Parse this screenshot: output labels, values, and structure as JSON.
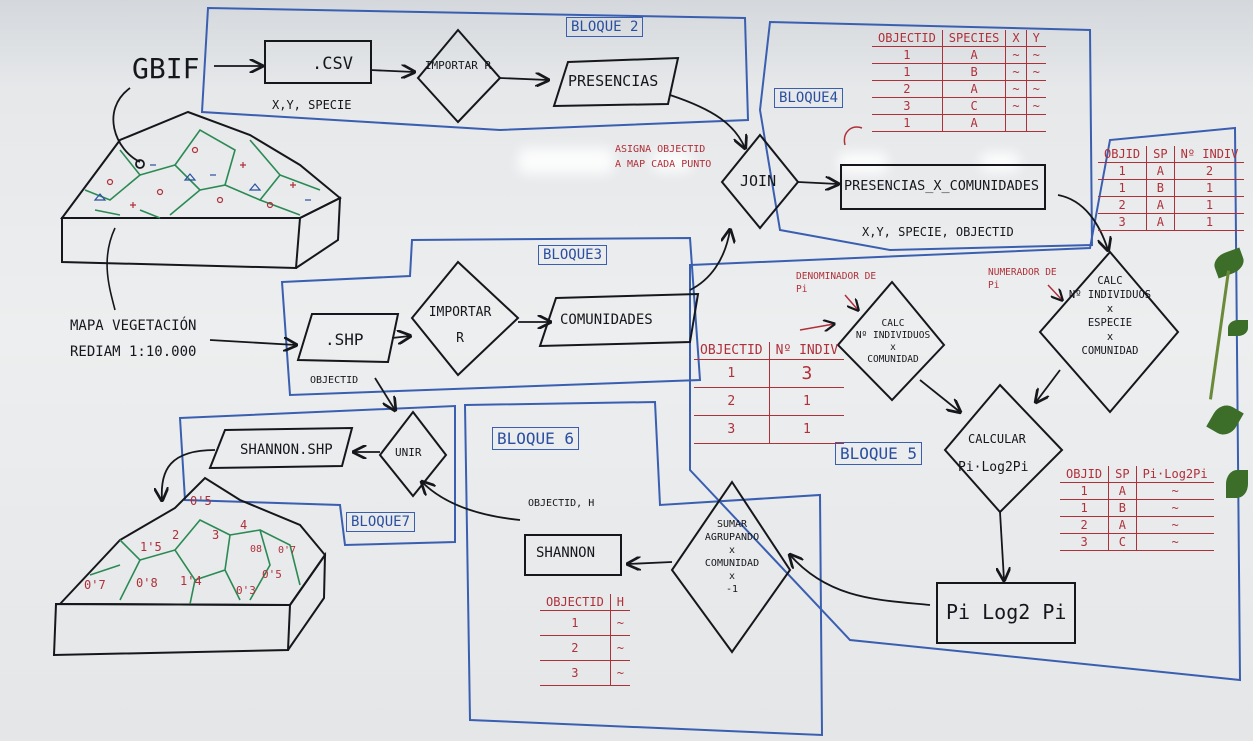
{
  "gbif": "GBIF",
  "csv": ".CSV",
  "csv_fields": "X,Y, SPECIE",
  "importar_r_1": "IMPORTAR R",
  "presencias": "PRESENCIAS",
  "bloque2": "BLOQUE 2",
  "bloque3": "BLOQUE3",
  "bloque4": "BLOQUE4",
  "bloque5": "BLOQUE 5",
  "bloque6": "BLOQUE 6",
  "bloque7": "BLOQUE7",
  "asigna_note": "ASIGNA OBJECTID A MAP CADA PUNTO",
  "join": "JOIN",
  "presencias_x_comunidades": "PRESENCIAS_X_COMUNIDADES",
  "pxc_fields": "X,Y, SPECIE, OBJECTID",
  "mapa_vegetacion": "MAPA VEGETACIÓN",
  "rediam": "REDIAM 1:10.000",
  "shp": ".SHP",
  "shp_field": "OBJECTID",
  "importar_r_2": "IMPORTAR R",
  "comunidades": "COMUNIDADES",
  "denominador": "DENOMINADOR DE Pi",
  "numerador": "NUMERADOR DE Pi",
  "calc_comunidad": [
    "CALC",
    "Nº INDIVIDUOS",
    "x",
    "COMUNIDAD"
  ],
  "calc_especie": [
    "CALC",
    "Nº INDIVIDUOS",
    "x",
    "ESPECIE",
    "x",
    "COMUNIDAD"
  ],
  "calcular": "CALCULAR",
  "pi_formula": "Pi·Log2Pi",
  "pi_box": "Pi Log2 Pi",
  "sumar": [
    "SUMAR",
    "AGRUPANDO",
    "x",
    "COMUNIDAD",
    "x",
    "-1"
  ],
  "shannon": "SHANNON",
  "shannon_fields": "OBJECTID, H",
  "unir": "UNIR",
  "shannon_shp": "SHANNON.SHP",
  "map_values": [
    "0'5",
    "1'5",
    "2",
    "3",
    "4",
    "08",
    "0'7",
    "0'7",
    "0'8",
    "1'4",
    "0'3",
    "0'5"
  ],
  "table_species": {
    "headers": [
      "OBJECTID",
      "SPECIES",
      "X",
      "Y"
    ],
    "rows": [
      [
        "1",
        "A",
        "~",
        "~"
      ],
      [
        "1",
        "B",
        "~",
        "~"
      ],
      [
        "2",
        "A",
        "~",
        "~"
      ],
      [
        "3",
        "C",
        "~",
        "~"
      ],
      [
        "1",
        "A",
        "",
        ""
      ]
    ]
  },
  "table_indiv_sp": {
    "headers": [
      "OBJID",
      "SP",
      "Nº INDIV"
    ],
    "rows": [
      [
        "1",
        "A",
        "2"
      ],
      [
        "1",
        "B",
        "1"
      ],
      [
        "2",
        "A",
        "1"
      ],
      [
        "3",
        "A",
        "1"
      ]
    ]
  },
  "table_indiv": {
    "headers": [
      "OBJECTID",
      "Nº INDIV"
    ],
    "rows": [
      [
        "1",
        "3"
      ],
      [
        "2",
        "1"
      ],
      [
        "3",
        "1"
      ]
    ]
  },
  "table_pilog": {
    "headers": [
      "OBJID",
      "SP",
      "Pi·Log2Pi"
    ],
    "rows": [
      [
        "1",
        "A",
        "~"
      ],
      [
        "1",
        "B",
        "~"
      ],
      [
        "2",
        "A",
        "~"
      ],
      [
        "3",
        "C",
        "~"
      ]
    ]
  },
  "table_h": {
    "headers": [
      "OBJECTID",
      "H"
    ],
    "rows": [
      [
        "1",
        "~"
      ],
      [
        "2",
        "~"
      ],
      [
        "3",
        "~"
      ]
    ]
  }
}
